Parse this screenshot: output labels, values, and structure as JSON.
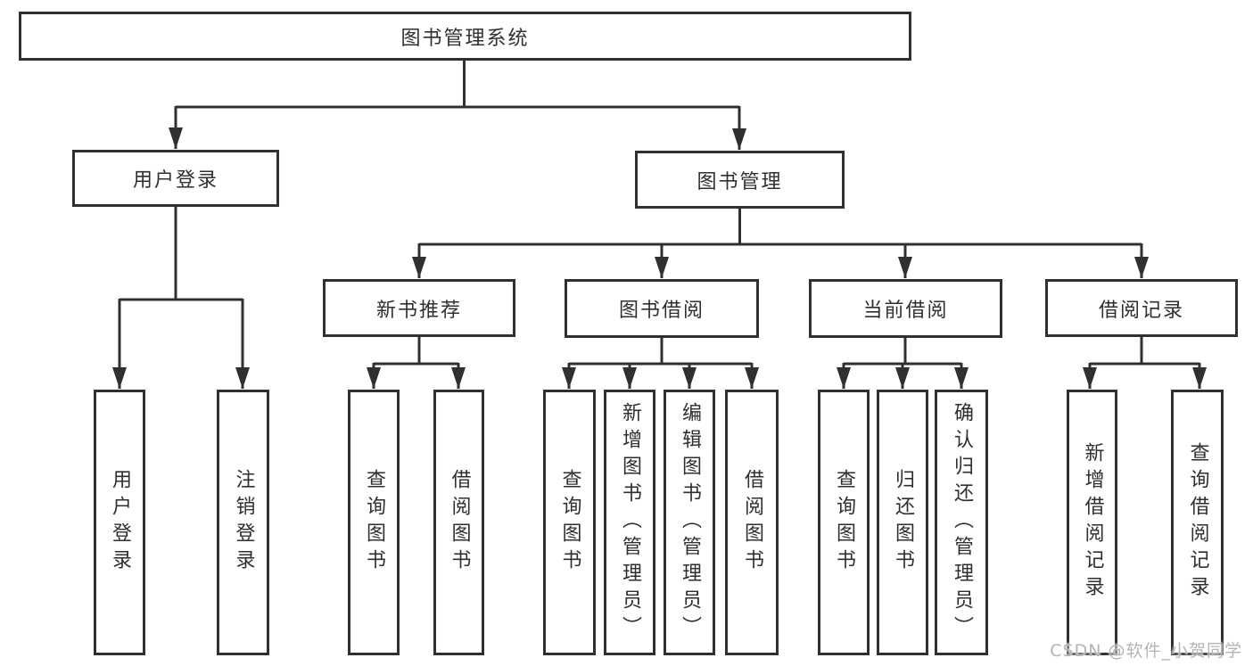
{
  "title": "图书管理系统",
  "level2": {
    "user_login": "用户登录",
    "book_management": "图书管理"
  },
  "level3": {
    "new_book_recommend": "新书推荐",
    "book_borrowing": "图书借阅",
    "current_borrowing": "当前借阅",
    "borrowing_records": "借阅记录"
  },
  "leaves": {
    "user_login_children": [
      "用户登录",
      "注销登录"
    ],
    "new_book_children": [
      "查询图书",
      "借阅图书"
    ],
    "book_borrowing_children": [
      "查询图书",
      "新增图书（管理员）",
      "编辑图书（管理员）",
      "借阅图书"
    ],
    "current_borrowing_children": [
      "查询图书",
      "归还图书",
      "确认归还（管理员）"
    ],
    "borrowing_records_children": [
      "新增借阅记录",
      "查询借阅记录"
    ]
  },
  "watermark": "CSDN @软件_小贺同学",
  "colors": {
    "line": "#303030",
    "border": "#303030",
    "text": "#2f2f2f",
    "watermark": "#b4b4b4",
    "background": "#ffffff"
  }
}
